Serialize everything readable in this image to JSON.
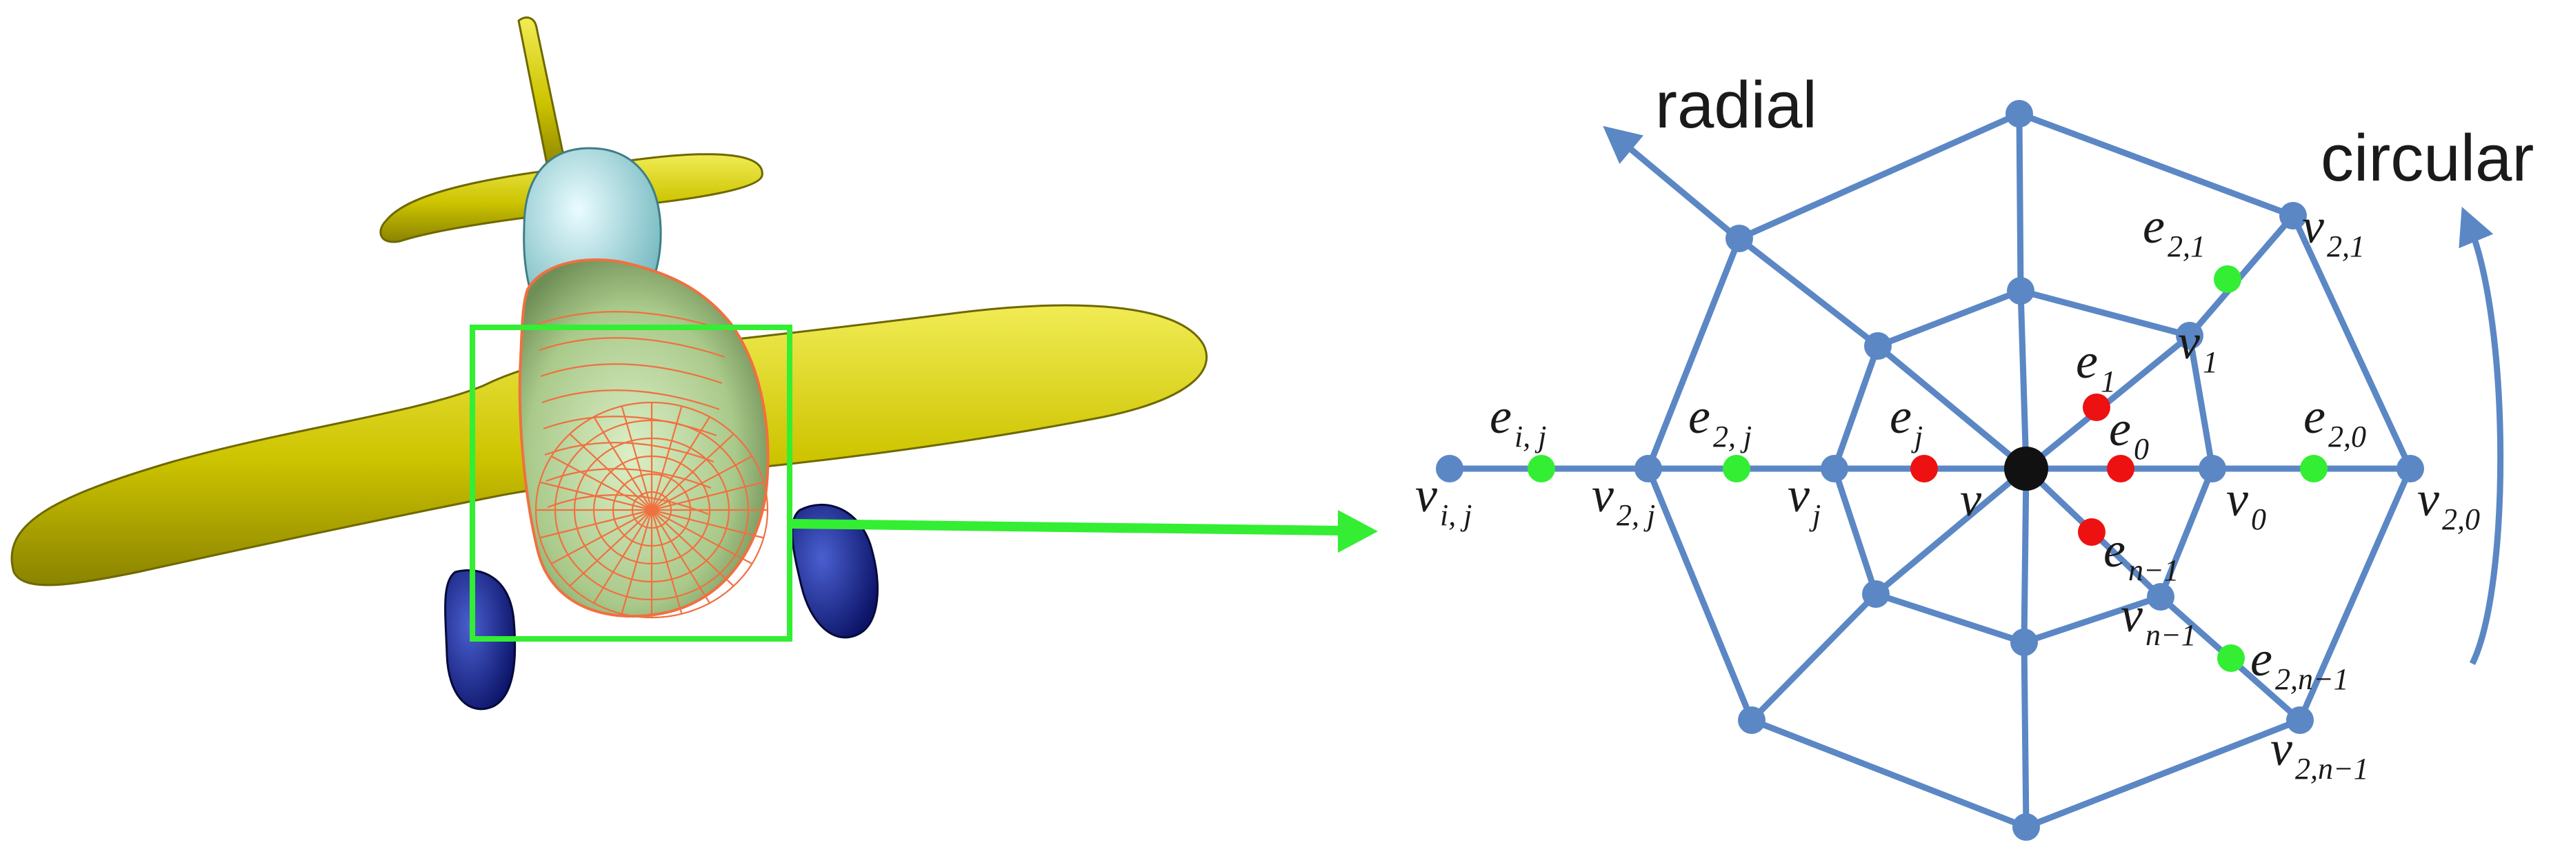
{
  "labels": {
    "radial": "radial",
    "circular": "circular",
    "center": "v",
    "v_ij": {
      "base": "v",
      "sub": "i, j"
    },
    "v_2j": {
      "base": "v",
      "sub": "2, j"
    },
    "v_j": {
      "base": "v",
      "sub": "j"
    },
    "v_0": {
      "base": "v",
      "sub": "0"
    },
    "v_20": {
      "base": "v",
      "sub": "2,0"
    },
    "v_1": {
      "base": "v",
      "sub": "1"
    },
    "v_21": {
      "base": "v",
      "sub": "2,1"
    },
    "v_n1": {
      "base": "v",
      "sub": "n−1"
    },
    "v_2n1": {
      "base": "v",
      "sub": "2,n−1"
    },
    "e_ij": {
      "base": "e",
      "sub": "i, j"
    },
    "e_2j": {
      "base": "e",
      "sub": "2, j"
    },
    "e_j": {
      "base": "e",
      "sub": "j"
    },
    "e_0": {
      "base": "e",
      "sub": "0"
    },
    "e_1": {
      "base": "e",
      "sub": "1"
    },
    "e_n1": {
      "base": "e",
      "sub": "n−1"
    },
    "e_20": {
      "base": "e",
      "sub": "2,0"
    },
    "e_21": {
      "base": "e",
      "sub": "2,1"
    },
    "e_2n1": {
      "base": "e",
      "sub": "2,n−1"
    }
  },
  "colors": {
    "mesh_blue": "#5b87c5",
    "center_black": "#111111",
    "edge_red": "#ee1111",
    "edge_green": "#33ee33",
    "highlight_green": "#33ee33",
    "airplane_yellow": "#c9c200",
    "fuselage_green": "#a9c98a",
    "wireframe_orange": "#f07040",
    "cockpit_cyan": "#a7dde0",
    "wheel_blue": "#1a2a9a"
  }
}
